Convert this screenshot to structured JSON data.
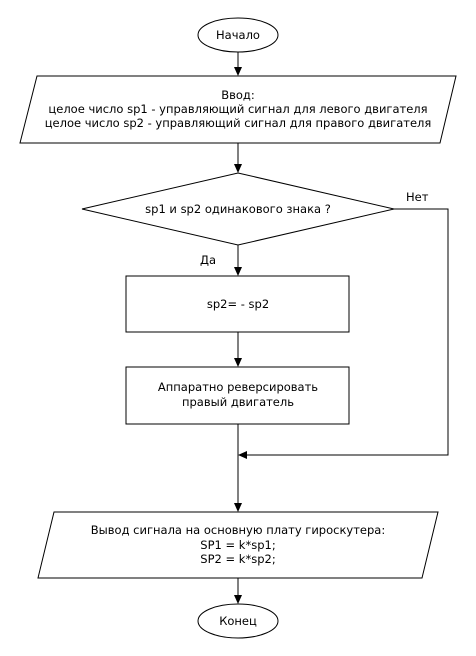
{
  "nodes": {
    "start": {
      "label": "Начало"
    },
    "input": {
      "lines": [
        "Ввод:",
        "целое число sp1 - управляющий сигнал для левого двигателя",
        "целое число sp2 - управляющий сигнал для правого двигателя"
      ]
    },
    "decision": {
      "label": "sp1 и sp2 одинакового знака ?"
    },
    "negate": {
      "label": "sp2= - sp2"
    },
    "reverse": {
      "lines": [
        "Аппаратно реверсировать",
        "правый двигатель"
      ]
    },
    "output": {
      "lines": [
        "Вывод сигнала на основную плату гироскутера:",
        "SP1 = k*sp1;",
        "SP2 = k*sp2;"
      ]
    },
    "end": {
      "label": "Конец"
    }
  },
  "edges": {
    "yes_label": "Да",
    "no_label": "Нет"
  },
  "colors": {
    "line": "#000000",
    "fill": "#ffffff"
  }
}
